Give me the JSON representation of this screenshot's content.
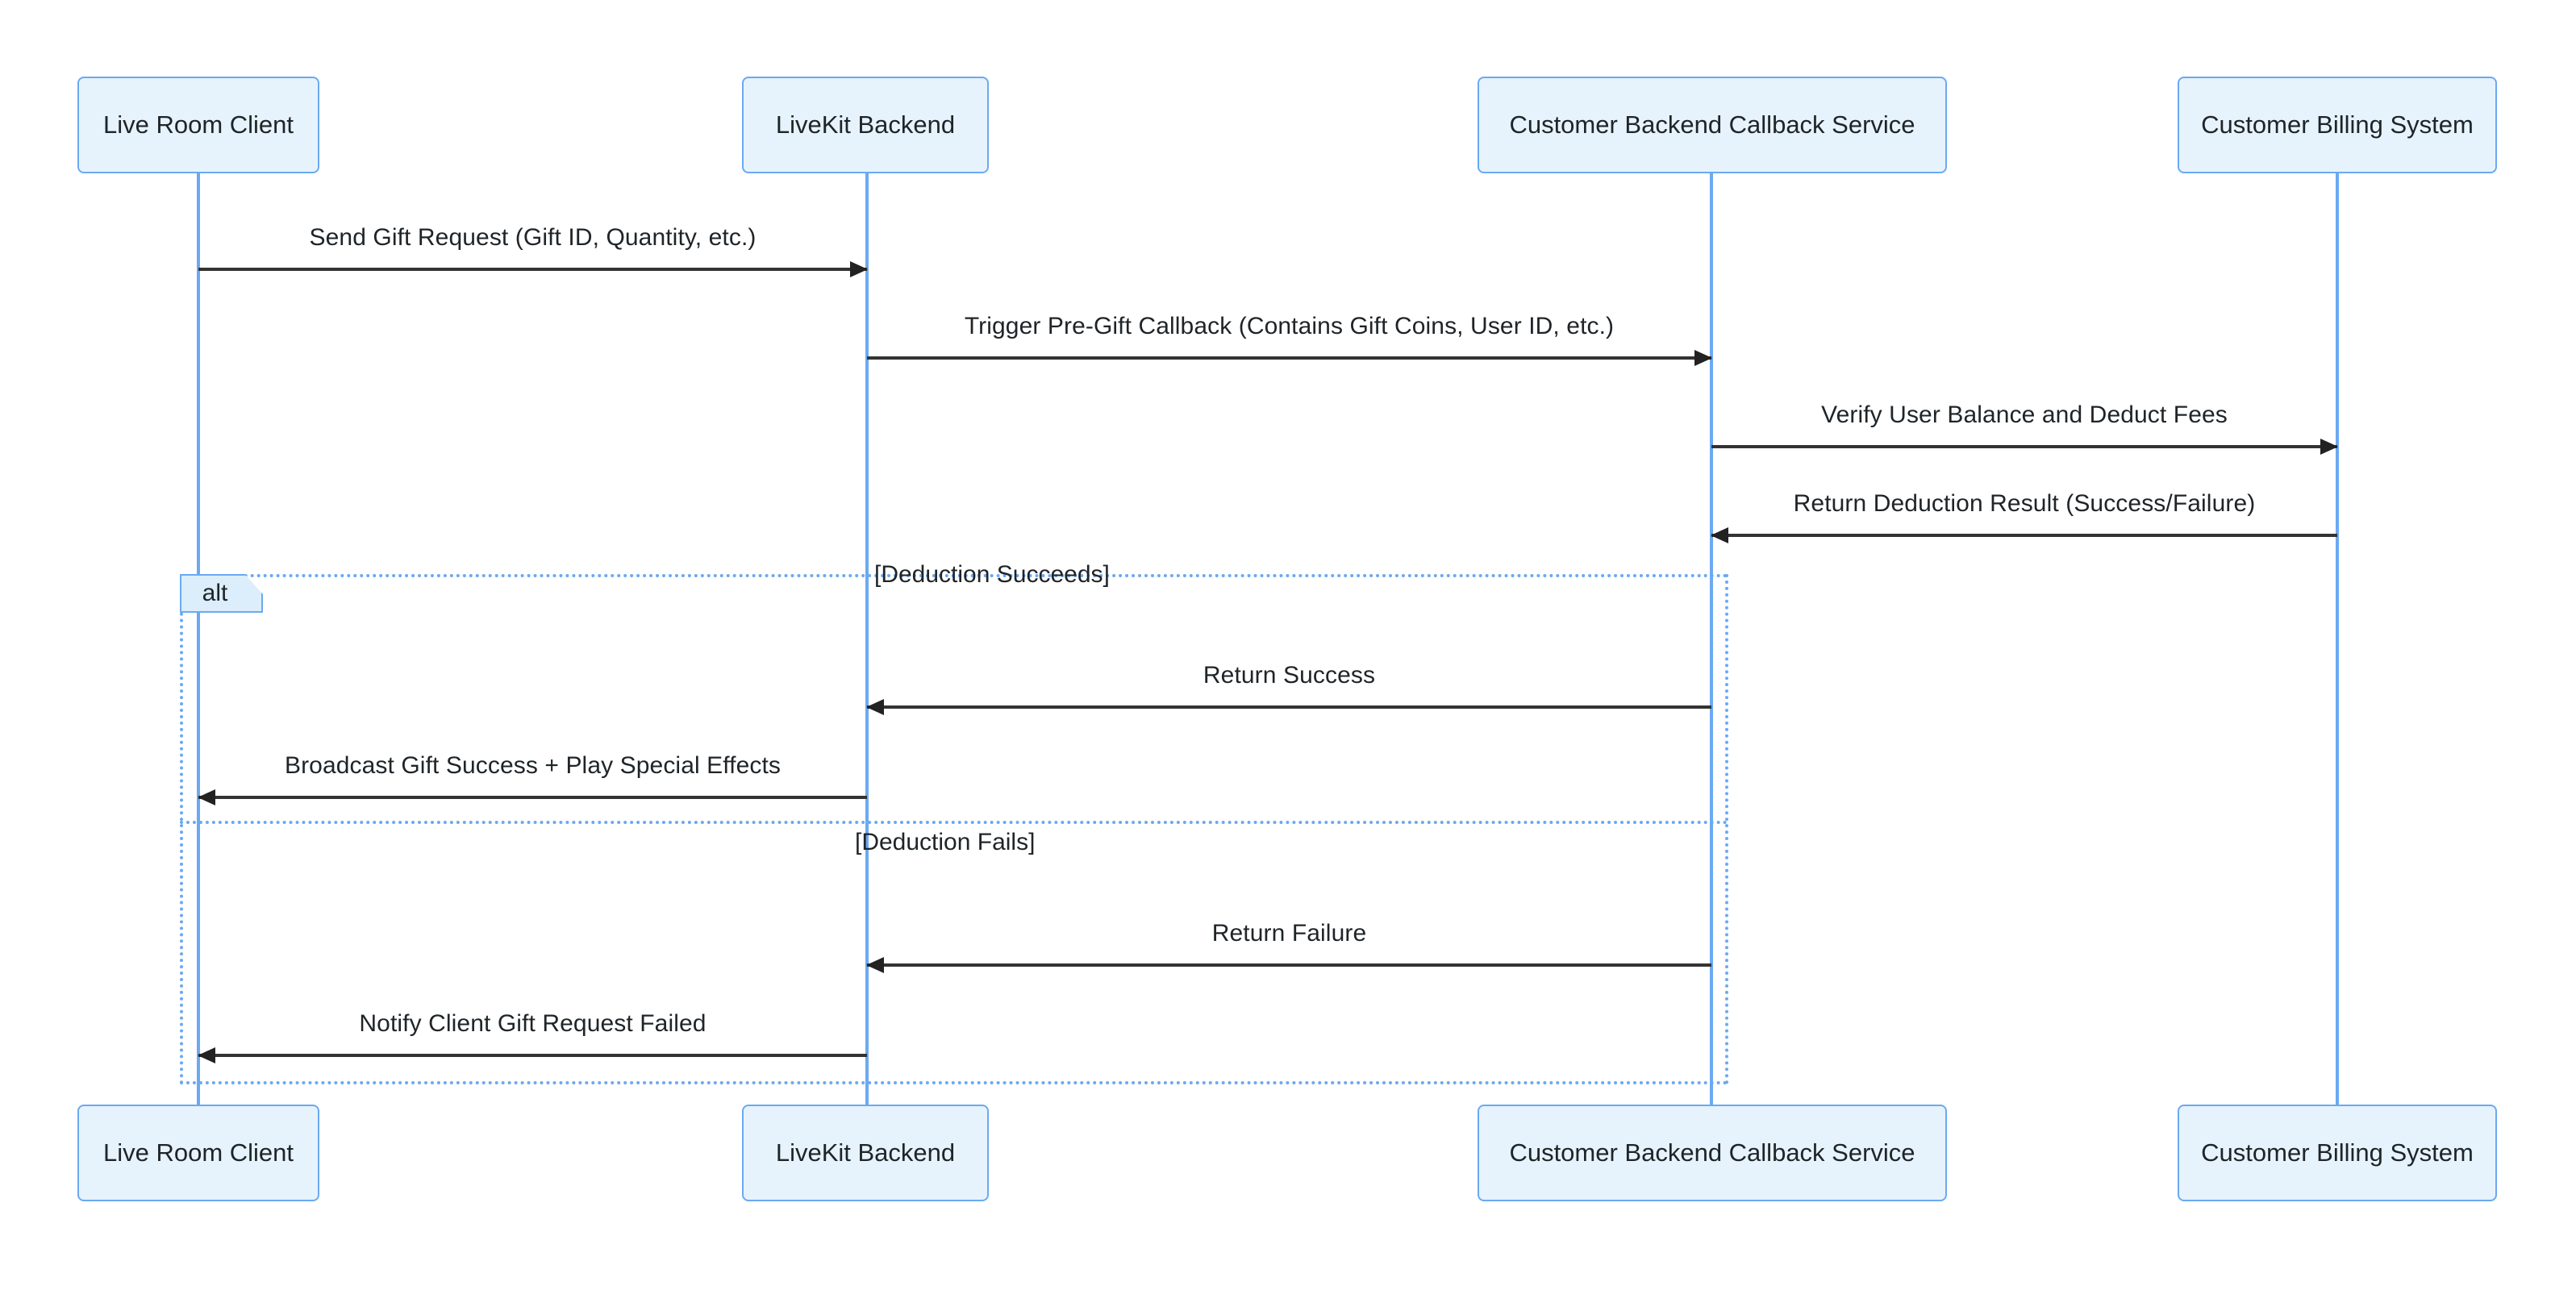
{
  "diagram": {
    "type": "sequence-diagram",
    "participants": [
      {
        "id": "client",
        "label": "Live Room Client"
      },
      {
        "id": "livekit",
        "label": "LiveKit Backend"
      },
      {
        "id": "callback",
        "label": "Customer Backend Callback Service"
      },
      {
        "id": "billing",
        "label": "Customer Billing System"
      }
    ],
    "messages": [
      {
        "id": "m1",
        "from": "client",
        "to": "livekit",
        "direction": "right",
        "label": "Send Gift Request (Gift ID, Quantity, etc.)"
      },
      {
        "id": "m2",
        "from": "livekit",
        "to": "callback",
        "direction": "right",
        "label": "Trigger Pre-Gift Callback (Contains Gift Coins, User ID, etc.)"
      },
      {
        "id": "m3",
        "from": "callback",
        "to": "billing",
        "direction": "right",
        "label": "Verify User Balance and Deduct Fees"
      },
      {
        "id": "m4",
        "from": "billing",
        "to": "callback",
        "direction": "left",
        "label": "Return Deduction Result (Success/Failure)"
      },
      {
        "id": "m5",
        "from": "callback",
        "to": "livekit",
        "direction": "left",
        "label": "Return Success"
      },
      {
        "id": "m6",
        "from": "livekit",
        "to": "client",
        "direction": "left",
        "label": "Broadcast Gift Success + Play Special Effects"
      },
      {
        "id": "m7",
        "from": "callback",
        "to": "livekit",
        "direction": "left",
        "label": "Return Failure"
      },
      {
        "id": "m8",
        "from": "livekit",
        "to": "client",
        "direction": "left",
        "label": "Notify Client Gift Request Failed"
      }
    ],
    "fragment": {
      "operator": "alt",
      "conditions": [
        "[Deduction Succeeds]",
        "[Deduction Fails]"
      ]
    },
    "colors": {
      "box_fill": "#e6f3fc",
      "box_border": "#6ba9f2",
      "lifeline": "#6ba9f2",
      "arrow": "#333333",
      "text": "#1f2428",
      "fragment_border": "#6ba9f2",
      "fragment_tag_fill": "#dceefb",
      "background": "#ffffff"
    }
  }
}
